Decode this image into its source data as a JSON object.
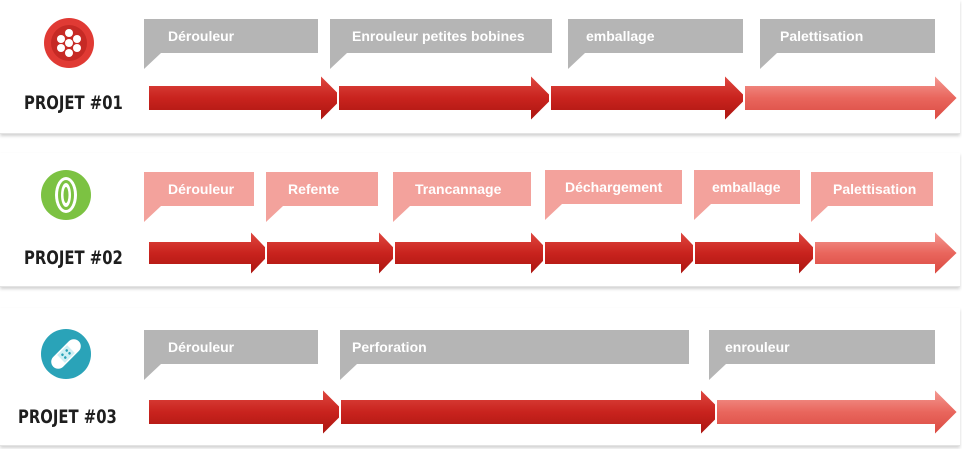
{
  "colors": {
    "grey_callout": "#b5b5b5",
    "pink_callout": "#f3a29c",
    "arrow_dark": "#b81d19",
    "arrow_light": "#e85a50",
    "arrow_faded": "#f0908a"
  },
  "projects": [
    {
      "label": "PROJET #01",
      "icon": "red-circle-dots-icon",
      "steps": [
        {
          "label": "Dérouleur",
          "style": "grey"
        },
        {
          "label": "Enrouleur petites bobines",
          "style": "grey"
        },
        {
          "label": "emballage",
          "style": "grey"
        },
        {
          "label": "Palettisation",
          "style": "grey"
        }
      ]
    },
    {
      "label": "PROJET #02",
      "icon": "green-roll-icon",
      "steps": [
        {
          "label": "Dérouleur",
          "style": "pink"
        },
        {
          "label": "Refente",
          "style": "pink"
        },
        {
          "label": "Trancannage",
          "style": "pink"
        },
        {
          "label": "Déchargement",
          "style": "pink"
        },
        {
          "label": "emballage",
          "style": "pink"
        },
        {
          "label": "Palettisation",
          "style": "pink"
        }
      ]
    },
    {
      "label": "PROJET #03",
      "icon": "blue-bandage-icon",
      "steps": [
        {
          "label": "Dérouleur",
          "style": "grey"
        },
        {
          "label": "Perforation",
          "style": "grey"
        },
        {
          "label": "enrouleur",
          "style": "grey"
        }
      ]
    }
  ]
}
